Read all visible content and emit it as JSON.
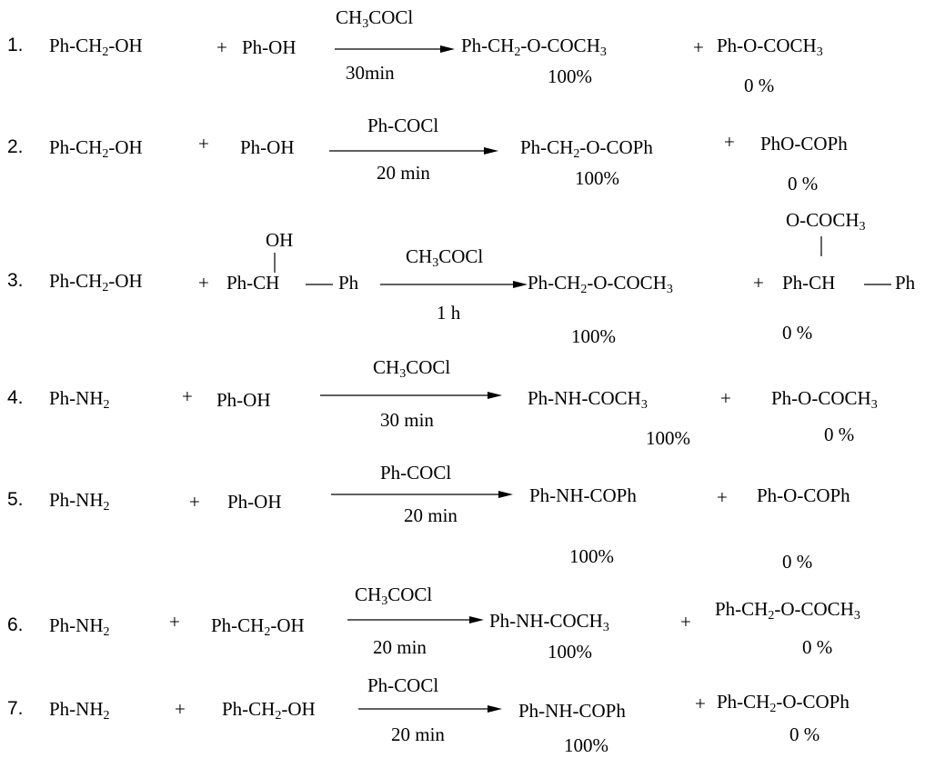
{
  "reactions": [
    {
      "number": "1.",
      "reactant1": "Ph-CH<sub>2</sub>-OH",
      "plus1": "+",
      "reactant2": "Ph-OH",
      "reagent": "CH<sub>3</sub>COCl",
      "time": "30min",
      "product1": "Ph-CH<sub>2</sub>-O-COCH<sub>3</sub>",
      "yield1": "100%",
      "plus2": "+",
      "product2": "Ph-O-COCH<sub>3</sub>",
      "yield2": "0 %"
    },
    {
      "number": "2.",
      "reactant1": "Ph-CH<sub>2</sub>-OH",
      "plus1": "+",
      "reactant2": "Ph-OH",
      "reagent": "Ph-COCl",
      "time": "20 min",
      "product1": "Ph-CH<sub>2</sub>-O-COPh",
      "yield1": "100%",
      "plus2": "+",
      "product2": "PhO-COPh",
      "yield2": "0 %"
    },
    {
      "number": "3.",
      "reactant1": "Ph-CH<sub>2</sub>-OH",
      "plus1": "+",
      "reactant2_sub": "OH",
      "reactant2": "Ph-CH",
      "reactant2_tail": "Ph",
      "reagent": "CH<sub>3</sub>COCl",
      "time": "1 h",
      "product1": "Ph-CH<sub>2</sub>-O-COCH<sub>3</sub>",
      "yield1": "100%",
      "plus2": "+",
      "product2_sub": "O-COCH<sub>3</sub>",
      "product2": "Ph-CH",
      "product2_tail": "Ph",
      "yield2": "0 %"
    },
    {
      "number": "4.",
      "reactant1": "Ph-NH<sub>2</sub>",
      "plus1": "+",
      "reactant2": "Ph-OH",
      "reagent": "CH<sub>3</sub>COCl",
      "time": "30 min",
      "product1": "Ph-NH-COCH<sub>3</sub>",
      "yield1": "100%",
      "plus2": "+",
      "product2": "Ph-O-COCH<sub>3</sub>",
      "yield2": "0 %"
    },
    {
      "number": "5.",
      "reactant1": "Ph-NH<sub>2</sub>",
      "plus1": "+",
      "reactant2": "Ph-OH",
      "reagent": "Ph-COCl",
      "time": "20 min",
      "product1": "Ph-NH-COPh",
      "yield1": "100%",
      "plus2": "+",
      "product2": "Ph-O-COPh",
      "yield2": "0 %"
    },
    {
      "number": "6.",
      "reactant1": "Ph-NH<sub>2</sub>",
      "plus1": "+",
      "reactant2": "Ph-CH<sub>2</sub>-OH",
      "reagent": "CH<sub>3</sub>COCl",
      "time": "20 min",
      "product1": "Ph-NH-COCH<sub>3</sub>",
      "yield1": "100%",
      "plus2": "+",
      "product2": "Ph-CH<sub>2</sub>-O-COCH<sub>3</sub>",
      "yield2": "0 %"
    },
    {
      "number": "7.",
      "reactant1": "Ph-NH<sub>2</sub>",
      "plus1": "+",
      "reactant2": "Ph-CH<sub>2</sub>-OH",
      "reagent": "Ph-COCl",
      "time": "20 min",
      "product1": "Ph-NH-COPh",
      "yield1": "100%",
      "plus2": "+",
      "product2": "Ph-CH<sub>2</sub>-O-COPh",
      "yield2": "0 %"
    }
  ]
}
